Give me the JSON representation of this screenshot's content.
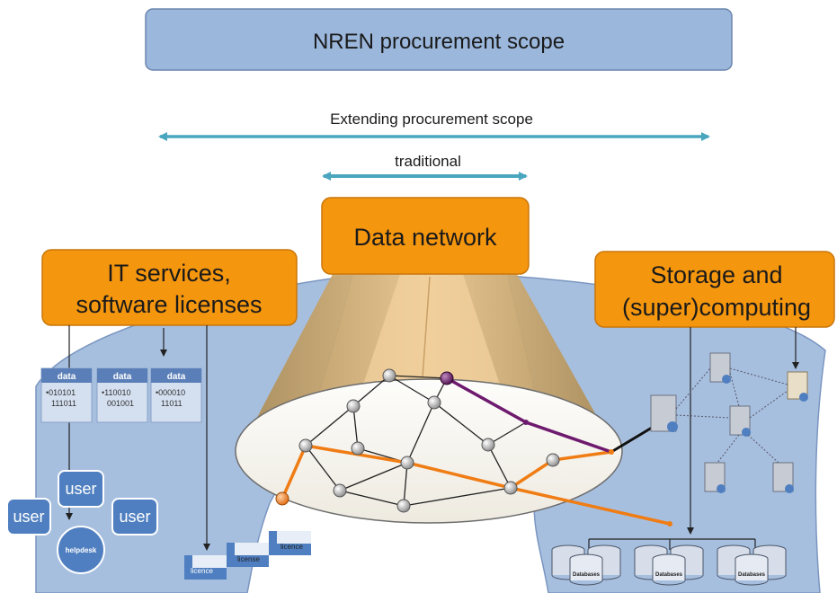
{
  "title": "NREN procurement scope",
  "extending_label": "Extending procurement scope",
  "traditional_label": "traditional",
  "categories": {
    "data_network": "Data network",
    "it_services": [
      "IT services,",
      "software licenses"
    ],
    "storage": [
      "Storage and",
      "(super)computing"
    ]
  },
  "data_cards": [
    {
      "header": "data",
      "lines": [
        "•010101",
        "111011"
      ]
    },
    {
      "header": "data",
      "lines": [
        "•110010",
        "001001"
      ]
    },
    {
      "header": "data",
      "lines": [
        "•000010",
        "11011"
      ]
    }
  ],
  "users": [
    "user",
    "user",
    "user"
  ],
  "helpdesk": "helpdesk",
  "licences": [
    "licence",
    "license",
    "licence"
  ],
  "databases": [
    "Databases",
    "Databases",
    "Databases"
  ],
  "colors": {
    "title_box": "#9bb7dc",
    "category_box": "#f5960f",
    "region": "#a7bfdf",
    "arrow": "#4aa6bf",
    "orange_path": "#f07c14",
    "purple_path": "#6e1a6e"
  }
}
